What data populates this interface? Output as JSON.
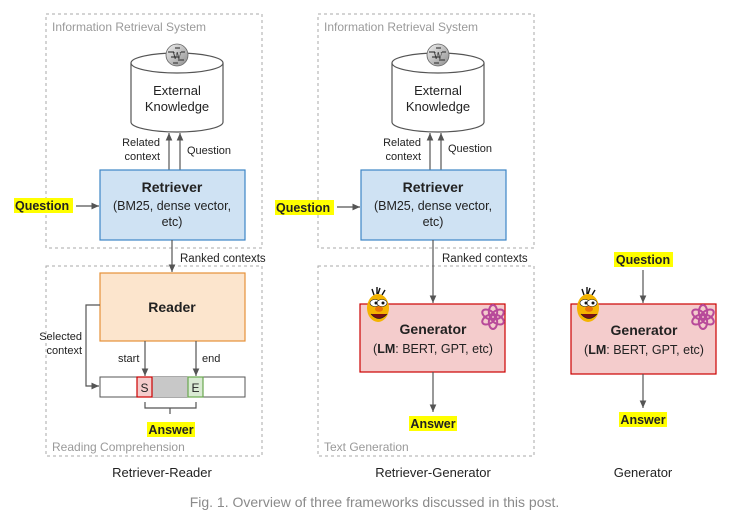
{
  "panel1": {
    "system_label": "Information Retrieval System",
    "knowledge_line1": "External",
    "knowledge_line2": "Knowledge",
    "related_line1": "Related",
    "related_line2": "context",
    "question_up": "Question",
    "retriever_title": "Retriever",
    "retriever_line2": "(BM25, dense vector,",
    "retriever_line3": "etc)",
    "question_input": "Question",
    "ranked": "Ranked contexts",
    "reader": "Reader",
    "selected_line1": "Selected",
    "selected_line2": "context",
    "start": "start",
    "end": "end",
    "s_token": "S",
    "e_token": "E",
    "answer": "Answer",
    "comprehension_label": "Reading Comprehension",
    "caption": "Retriever-Reader"
  },
  "panel2": {
    "system_label": "Information Retrieval System",
    "knowledge_line1": "External",
    "knowledge_line2": "Knowledge",
    "related_line1": "Related",
    "related_line2": "context",
    "question_up": "Question",
    "retriever_title": "Retriever",
    "retriever_line2": "(BM25, dense vector,",
    "retriever_line3": "etc)",
    "question_input": "Question",
    "ranked": "Ranked contexts",
    "generator_title": "Generator",
    "generator_lm": "LM",
    "generator_rest": ": BERT, GPT, etc)",
    "answer": "Answer",
    "textgen_label": "Text Generation",
    "caption": "Retriever-Generator"
  },
  "panel3": {
    "question": "Question",
    "generator_title": "Generator",
    "generator_lm": "LM",
    "generator_rest": ": BERT, GPT, etc)",
    "answer": "Answer",
    "caption": "Generator"
  },
  "figure_caption": "Fig. 1. Overview of three frameworks discussed in this post.",
  "colors": {
    "retriever_fill": "#cfe2f3",
    "retriever_stroke": "#3d85c6",
    "reader_fill": "#fce5cd",
    "reader_stroke": "#e69138",
    "generator_fill": "#f4cccc",
    "generator_stroke": "#cc0000",
    "highlight": "#ffff00"
  },
  "icons": [
    "wikipedia-globe-icon",
    "bert-muppet-icon",
    "openai-logo-icon"
  ]
}
